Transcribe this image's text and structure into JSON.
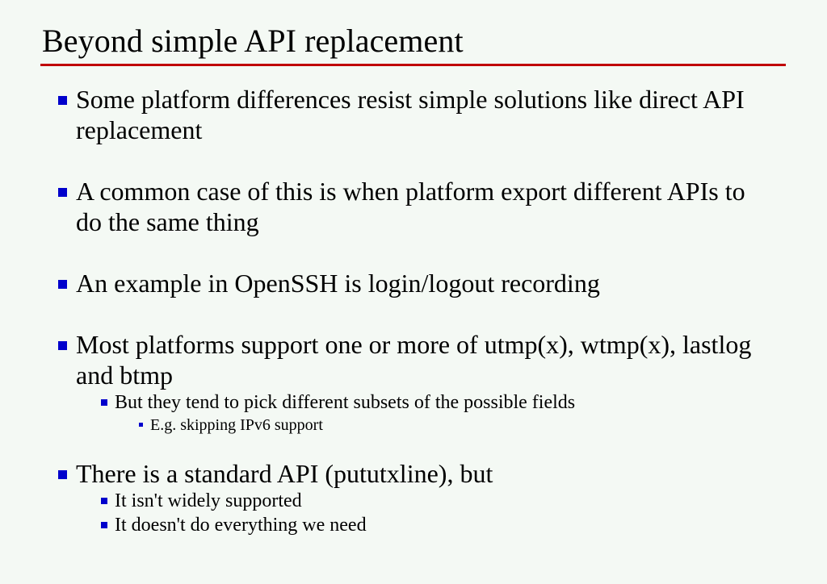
{
  "slide": {
    "title": "Beyond simple API replacement",
    "title_rule_color": "#c00000",
    "background_color": "#f4f9f4",
    "bullet_color": "#0000cc",
    "text_color": "#000000",
    "bullets": [
      {
        "level": 1,
        "text": "Some platform differences resist simple solutions like direct API replacement"
      },
      {
        "level": 1,
        "text": "A common case of this is when platform export different APIs to do the same thing"
      },
      {
        "level": 1,
        "text": "An example in OpenSSH is login/logout recording"
      },
      {
        "level": 1,
        "text": "Most platforms support one or more of utmp(x), wtmp(x), lastlog and btmp"
      },
      {
        "level": 2,
        "text": "But they tend to pick different subsets of the possible fields"
      },
      {
        "level": 3,
        "text": "E.g. skipping IPv6 support"
      },
      {
        "level": 1,
        "text": "There is a standard API (pututxline), but"
      },
      {
        "level": 2,
        "text": "It isn't widely supported"
      },
      {
        "level": 2,
        "text": "It doesn't do everything we need"
      }
    ]
  }
}
